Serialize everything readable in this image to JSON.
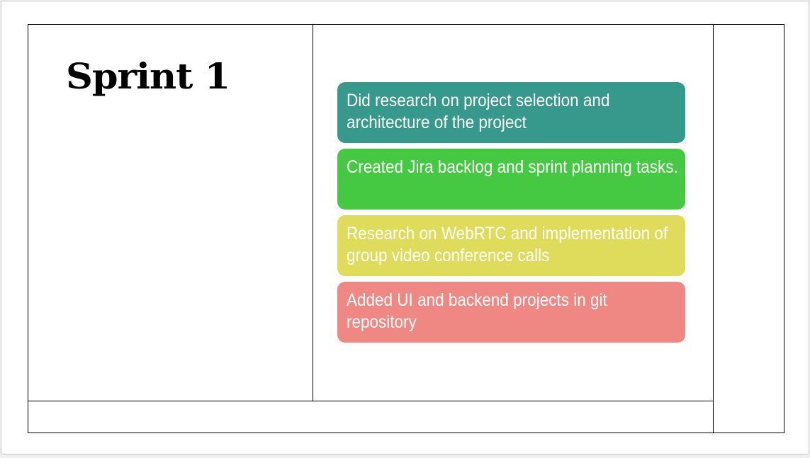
{
  "slide": {
    "title": "Sprint 1",
    "items": [
      {
        "text": "Did research on project selection and architecture of the project",
        "color": "#36998b"
      },
      {
        "text": "Created Jira backlog and sprint planning tasks.",
        "color": "#45c943"
      },
      {
        "text": "Research on WebRTC and implementation of group video conference calls",
        "color": "#dfdb5b"
      },
      {
        "text": "Added UI and backend projects in git repository",
        "color": "#ef8883"
      }
    ]
  }
}
